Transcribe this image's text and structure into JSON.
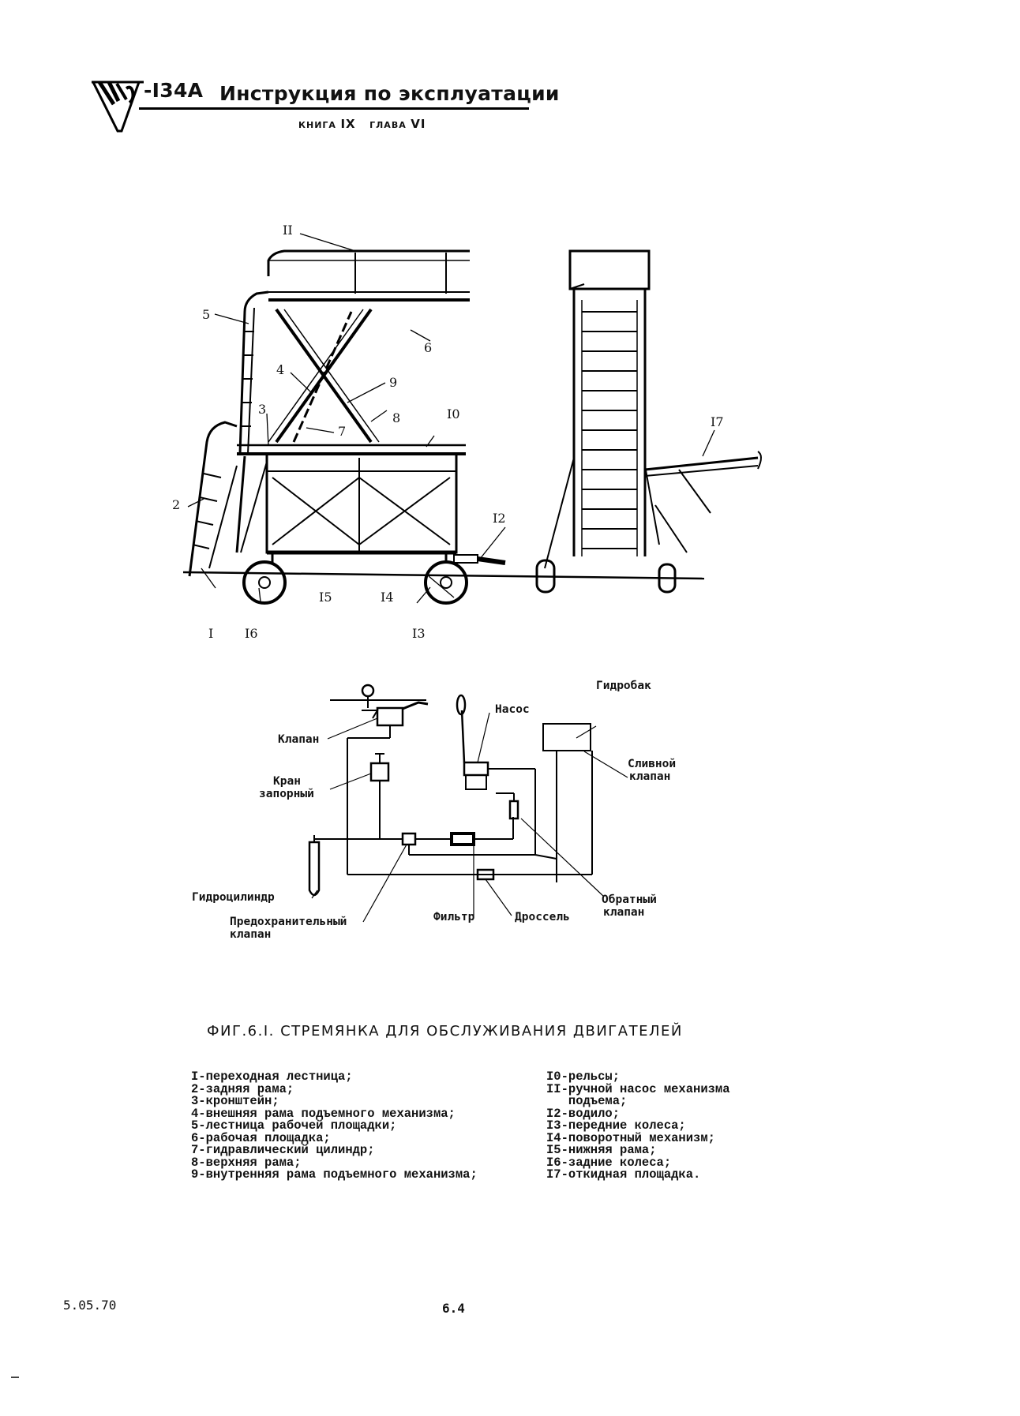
{
  "header": {
    "model": "-I34A",
    "title": "Инструкция по эксплуатации",
    "book_label": "КНИГА",
    "book_num": "IX",
    "chapter_label": "ГЛАВА",
    "chapter_num": "VI"
  },
  "callouts": {
    "c1": "I",
    "c2": "2",
    "c3": "3",
    "c4": "4",
    "c5": "5",
    "c6": "6",
    "c7": "7",
    "c8": "8",
    "c9": "9",
    "c10": "I0",
    "c11": "II",
    "c12": "I2",
    "c13": "I3",
    "c14": "I4",
    "c15": "I5",
    "c16": "I6",
    "c17": "I7"
  },
  "hydraulic_labels": {
    "valve": "Клапан",
    "shutoff_1": "Кран",
    "shutoff_2": "запорный",
    "pump": "Насос",
    "tank": "Гидробак",
    "drain_1": "Сливной",
    "drain_2": "клапан",
    "cylinder": "Гидроцилиндр",
    "safety_1": "Предохранительный",
    "safety_2": "клапан",
    "filter": "Фильтр",
    "throttle": "Дроссель",
    "check_1": "Обратный",
    "check_2": "клапан"
  },
  "caption": "ФИГ.6.I. СТРЕМЯНКА ДЛЯ ОБСЛУЖИВАНИЯ ДВИГАТЕЛЕЙ",
  "legend_left": [
    "I-переходная лестница;",
    "2-задняя рама;",
    "3-кронштейн;",
    "4-внешняя рама подъемного механизма;",
    "5-лестница рабочей площадки;",
    "6-рабочая площадка;",
    "7-гидравлический цилиндр;",
    "8-верхняя рама;",
    "9-внутренняя рама подъемного механизма;"
  ],
  "legend_right": [
    "I0-рельсы;",
    "II-ручной насос механизма",
    "   подъема;",
    "I2-водило;",
    "I3-передние колеса;",
    "I4-поворотный механизм;",
    "I5-нижняя рама;",
    "I6-задние колеса;",
    "I7-откидная площадка."
  ],
  "footer": {
    "date": "5.05.70",
    "page": "6.4"
  }
}
